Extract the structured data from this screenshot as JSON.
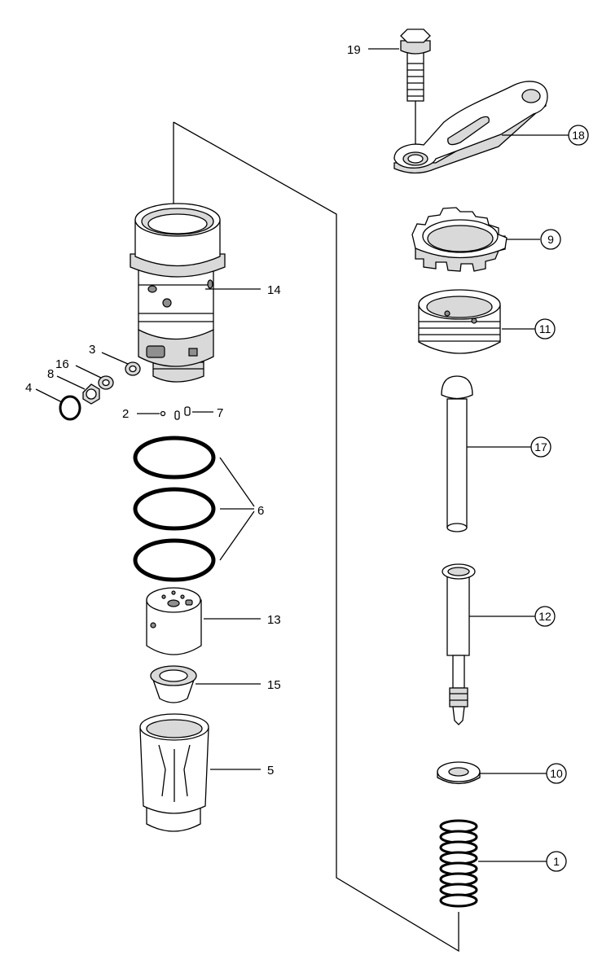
{
  "labels": {
    "p1": "1",
    "p2": "2",
    "p3": "3",
    "p4": "4",
    "p5": "5",
    "p6": "6",
    "p7": "7",
    "p8": "8",
    "p9": "9",
    "p10": "10",
    "p11": "11",
    "p12": "12",
    "p13": "13",
    "p14": "14",
    "p15": "15",
    "p16": "16",
    "p17": "17",
    "p18": "18",
    "p19": "19"
  }
}
